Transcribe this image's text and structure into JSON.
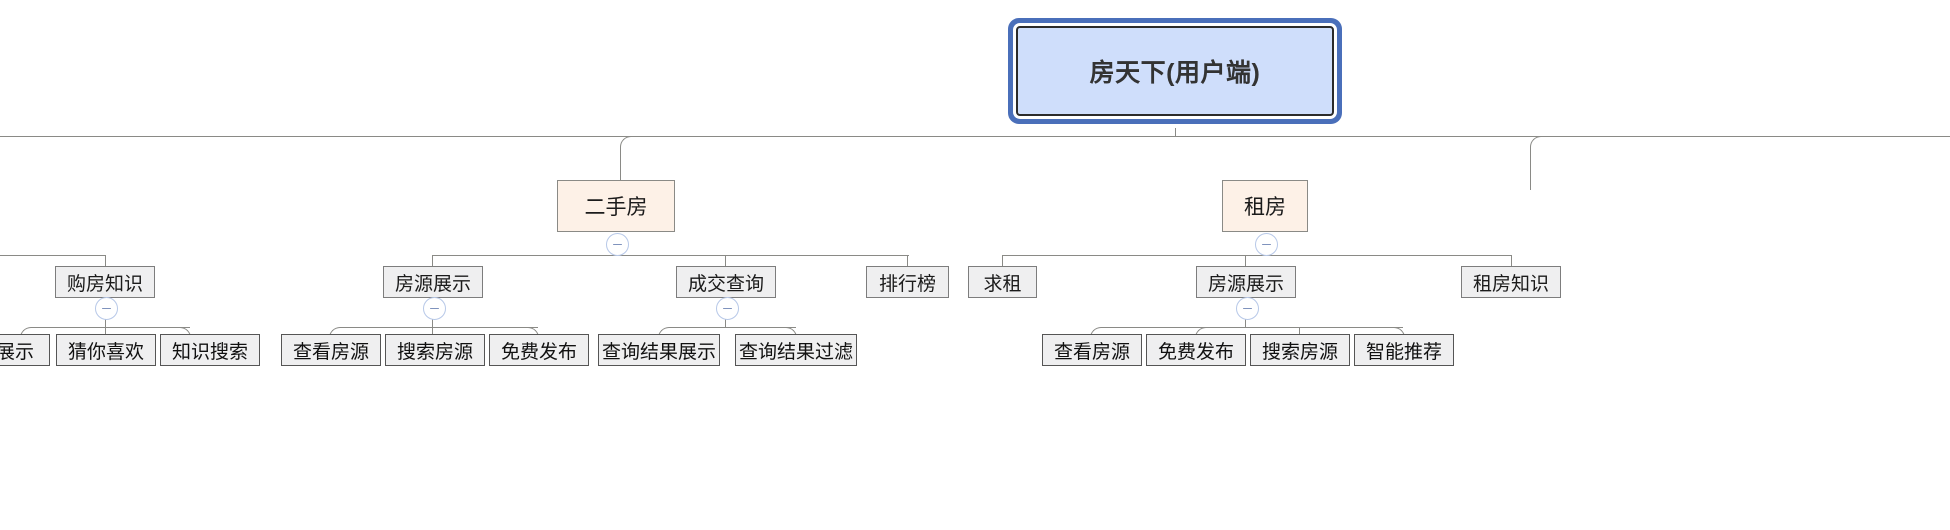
{
  "diagram": {
    "type": "mindmap-tree",
    "title": "房天下(用户端)",
    "colors": {
      "root_fill": "#cfdefb",
      "root_border": "#4a6fba",
      "category_fill": "#fdf1e7",
      "category_border": "#8a8a86",
      "node_fill": "#efeff0",
      "node_border": "#7d7d7d",
      "connector": "#8a8a86",
      "toggle_border": "#b7c8e8",
      "toggle_glyph": "#7f93bd"
    },
    "root": {
      "label": "房天下(用户端)"
    },
    "categories": [
      {
        "id": "ershoufang",
        "label": "二手房",
        "toggle": "collapse-minus-icon"
      },
      {
        "id": "zufang",
        "label": "租房",
        "toggle": "collapse-minus-icon"
      }
    ],
    "sub_nodes": [
      {
        "id": "goufang-zhishi",
        "label": "购房知识",
        "toggle": "collapse-minus-icon"
      },
      {
        "id": "fangyuan-zhanshi-1",
        "label": "房源展示",
        "toggle": "collapse-minus-icon"
      },
      {
        "id": "chengjiao-chaxun",
        "label": "成交查询",
        "toggle": "collapse-minus-icon"
      },
      {
        "id": "paihangbang",
        "label": "排行榜",
        "toggle": null
      },
      {
        "id": "qiuzu",
        "label": "求租",
        "toggle": null
      },
      {
        "id": "fangyuan-zhanshi-2",
        "label": "房源展示",
        "toggle": "collapse-minus-icon"
      },
      {
        "id": "zufang-zhishi",
        "label": "租房知识",
        "toggle": null
      }
    ],
    "leaves": [
      {
        "id": "zhanshi",
        "label": "展示"
      },
      {
        "id": "cainixihuan",
        "label": "猜你喜欢"
      },
      {
        "id": "zhishi-sousuo",
        "label": "知识搜索"
      },
      {
        "id": "chakan-fangyuan-1",
        "label": "查看房源"
      },
      {
        "id": "sousuo-fangyuan-1",
        "label": "搜索房源"
      },
      {
        "id": "mianfei-fabu-1",
        "label": "免费发布"
      },
      {
        "id": "chaxun-jieguo-zhanshi",
        "label": "查询结果展示"
      },
      {
        "id": "chaxun-jieguo-guolv",
        "label": "查询结果过滤"
      },
      {
        "id": "chakan-fangyuan-2",
        "label": "查看房源"
      },
      {
        "id": "mianfei-fabu-2",
        "label": "免费发布"
      },
      {
        "id": "sousuo-fangyuan-2",
        "label": "搜索房源"
      },
      {
        "id": "zhineng-tuijian",
        "label": "智能推荐"
      }
    ]
  }
}
